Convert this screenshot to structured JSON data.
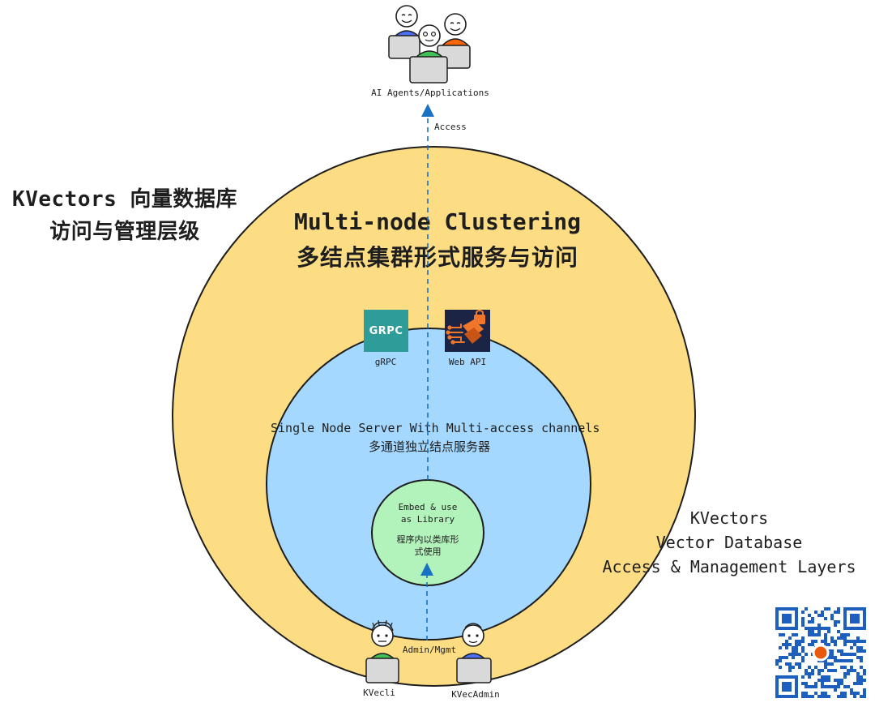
{
  "title_left": {
    "line1": "KVectors 向量数据库",
    "line2": "访问与管理层级"
  },
  "cluster": {
    "title_en": "Multi-node Clustering",
    "title_zh": "多结点集群形式服务与访问"
  },
  "single_node": {
    "title_en": "Single Node Server With Multi-access channels",
    "title_zh": "多通道独立结点服务器"
  },
  "embed": {
    "title_en_1": "Embed & use",
    "title_en_2": "as Library",
    "title_zh_1": "程序内以类库形",
    "title_zh_2": "式使用"
  },
  "right_title": {
    "line1": "KVectors",
    "line2": "Vector Database",
    "line3": "Access & Management Layers"
  },
  "top_users": {
    "label": "AI Agents/Applications"
  },
  "access_label": "Access",
  "admin_label": "Admin/Mgmt",
  "bottom_users": {
    "kvecli": "KVecli",
    "kvecadmin": "KVecAdmin"
  },
  "icons": {
    "grpc": {
      "text": "GRPC",
      "label": "gRPC"
    },
    "webapi": {
      "label": "Web API"
    }
  },
  "colors": {
    "outer_fill": "#fddd84",
    "mid_fill": "#a5d8ff",
    "inner_fill": "#b2f2bb",
    "arrow": "#1971c2",
    "grpc_bg": "#2e9c99",
    "webapi_bg": "#1b2445"
  }
}
